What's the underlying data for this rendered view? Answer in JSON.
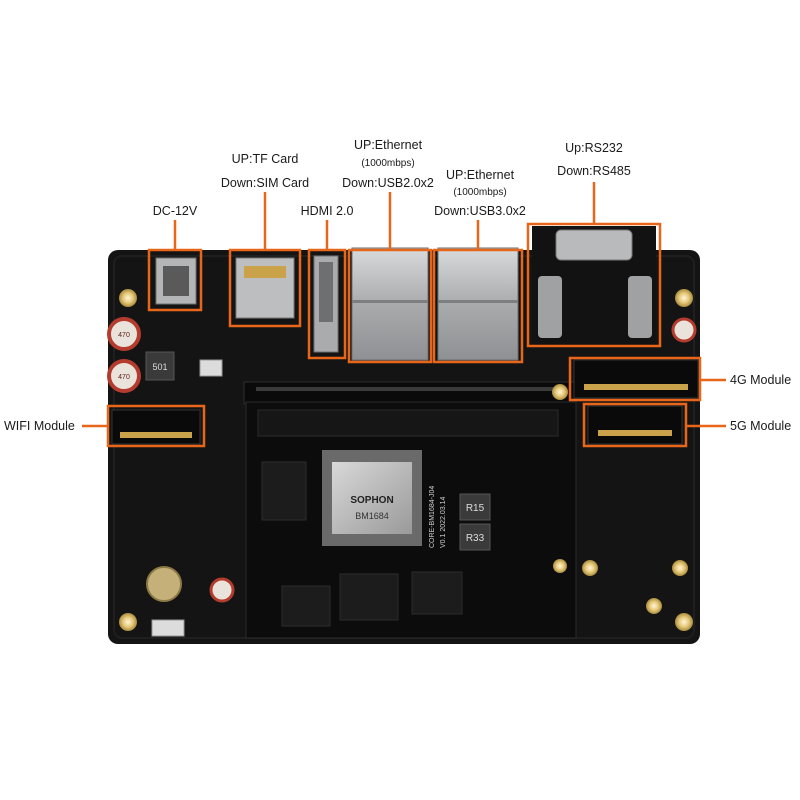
{
  "colors": {
    "callout": "#e8661a",
    "pcb": "#121212",
    "pcb_dark": "#080808",
    "silver": "#b7b9bb",
    "gold": "#c9a24a",
    "background": "#ffffff"
  },
  "labels": {
    "dc": "DC-12V",
    "tf_up": "UP:TF Card",
    "tf_down": "Down:SIM Card",
    "hdmi": "HDMI 2.0",
    "eth1_up": "UP:Ethernet",
    "eth1_speed": "(1000mbps)",
    "eth1_down": "Down:USB2.0x2",
    "eth2_up": "UP:Ethernet",
    "eth2_speed": "(1000mbps)",
    "eth2_down": "Down:USB3.0x2",
    "serial_up": "Up:RS232",
    "serial_down": "Down:RS485",
    "wifi": "WIFI Module",
    "module_4g": "4G Module",
    "module_5g": "5G Module"
  },
  "board_text": {
    "chip_brand": "SOPHON",
    "chip_model": "BM1684",
    "core_label": "CORE-BM1684-J04",
    "core_version": "V0.1 2022.03.14",
    "inductor_1": "R15",
    "inductor_2": "R33",
    "cap_1": "470",
    "cap_2": "470",
    "inductor_501": "501"
  }
}
